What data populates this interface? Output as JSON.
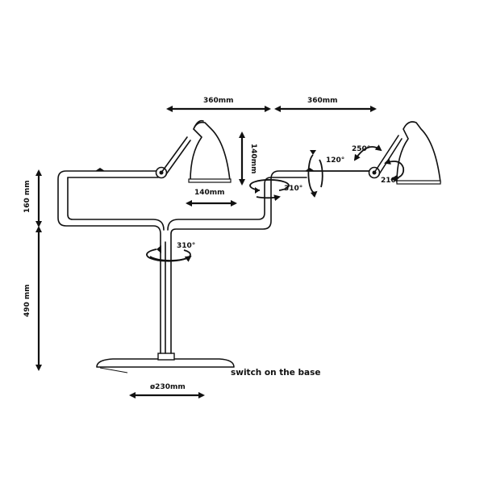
{
  "dimensions": {
    "width_left": "360mm",
    "width_right": "360mm",
    "shade_height": "140mm",
    "shade_width": "140mm",
    "upper_arm_height": "160 mm",
    "base_height": "490 mm",
    "base_diameter": "ø230mm"
  },
  "rotations": {
    "stem": "310°",
    "elbow": "310°",
    "elbow_tilt": "120°",
    "shade_swivel": "250°",
    "shade_tilt": "210°"
  },
  "note": "switch on the base",
  "icons": [
    "rotation-arrow-icon",
    "double-arrow-icon"
  ]
}
